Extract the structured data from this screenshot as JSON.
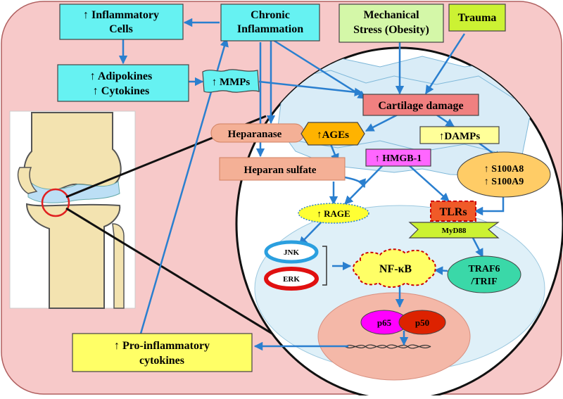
{
  "nodes": {
    "inflammatory_cells": [
      "↑ Inflammatory",
      "Cells"
    ],
    "chronic_inflammation": [
      "Chronic",
      "Inflammation"
    ],
    "mechanical_stress": [
      "Mechanical",
      "Stress (Obesity)"
    ],
    "trauma": "Trauma",
    "adipokines": [
      "↑ Adipokines",
      "↑ Cytokines"
    ],
    "mmps": "↑ MMPs",
    "cartilage_damage": "Cartilage damage",
    "heparanase": "Heparanase",
    "ages": "↑AGEs",
    "damps": "↑DAMPs",
    "hmgb1": "↑ HMGB-1",
    "heparan_sulfate": "Heparan sulfate",
    "s100": [
      "↑ S100A8",
      "↑ S100A9"
    ],
    "rage": "↑ RAGE",
    "tlrs": "TLRs",
    "myd88": "MyD88",
    "jnk": "JNK",
    "erk": "ERK",
    "nfkb": "NF-κB",
    "traf6": [
      "TRAF6",
      "/TRIF"
    ],
    "p65": "p65",
    "p50": "p50",
    "pro_inflammatory": [
      "↑ Pro-inflammatory",
      "cytokines"
    ]
  },
  "colors": {
    "background": "#f7c9c9",
    "cyan_box": "#66f2f2",
    "green_box": "#d4f7a8",
    "lime_box": "#ccf233",
    "arrow": "#2a7fcf",
    "cartilage": "#f08080",
    "ages": "#ffb300",
    "yellow": "#ffff66",
    "magenta": "#ff66ff",
    "heparan": "#f4b096",
    "s100": "#ffcc66",
    "tlrs": "#f05a28"
  }
}
